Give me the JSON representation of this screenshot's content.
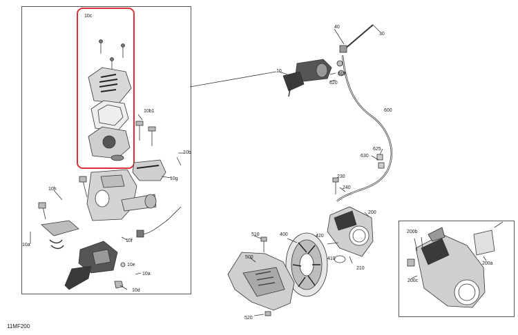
{
  "diagram": {
    "code": "11MF200",
    "highlight_color": "#d9303a",
    "line_color": "#333333",
    "part_fill": "#cfcfcf",
    "part_dark": "#3a3a3a",
    "callouts": {
      "c10c": "10c",
      "c10b1": "10b1",
      "c10b": "10b",
      "c10g": "10g",
      "c10h": "10h",
      "c10a_left": "10a",
      "c10f": "10f",
      "c10e": "10e",
      "c10a_bottom": "10a",
      "c10d": "10d",
      "c40": "40",
      "c30": "30",
      "c10": "10",
      "c619": "619",
      "c620": "620",
      "c600": "600",
      "c625": "625",
      "c630": "630",
      "c230": "230",
      "c240": "240",
      "c200": "200",
      "c510": "510",
      "c400": "400",
      "c420": "420",
      "c410": "410",
      "c210": "210",
      "c500": "500",
      "c520": "520",
      "c200b": "200b",
      "c200a": "200a",
      "c200c": "200c"
    }
  }
}
